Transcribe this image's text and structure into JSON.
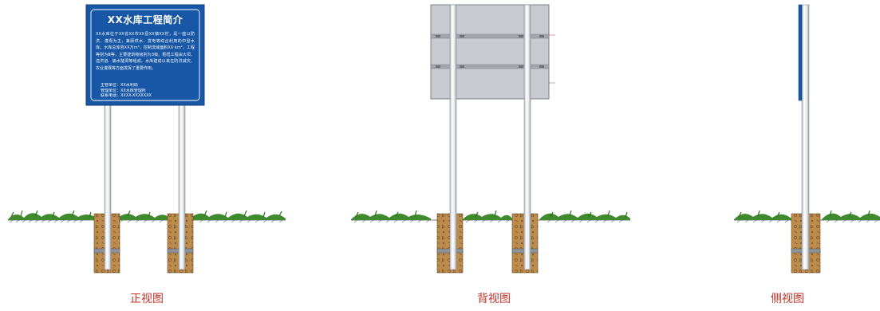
{
  "views": [
    {
      "id": "front",
      "caption": "正视图"
    },
    {
      "id": "back",
      "caption": "背视图"
    },
    {
      "id": "side",
      "caption": "侧视图"
    }
  ],
  "sign": {
    "title": "XX水库工程简介",
    "body": "XX水库位于XX省XX市XX县XX镇XX村，是一座以防洪、灌溉为主，兼顾供水、发电等综合利用的中型水库。水库总库容XX万m³，控制流域面积XX km²，工程等别为Ⅲ等，主要建筑物级别为3级。枢纽工程由大坝、溢洪道、输水隧洞等组成。水库建成以来在防洪减灾、农业灌溉等方面发挥了重要作用。",
    "footer": [
      "主管单位：XX水利局",
      "管理单位：XX水库管理所",
      "联系电话：XXXX-XXXXXXX"
    ]
  },
  "colors": {
    "sign_blue": "#1757a5",
    "sign_back": "#c9cbd0",
    "pole": "#f2f3f5",
    "pole_edge": "#8a8f96",
    "soil": "#b98a4a",
    "grass": "#3f8a2c",
    "caption": "#c0322a"
  }
}
